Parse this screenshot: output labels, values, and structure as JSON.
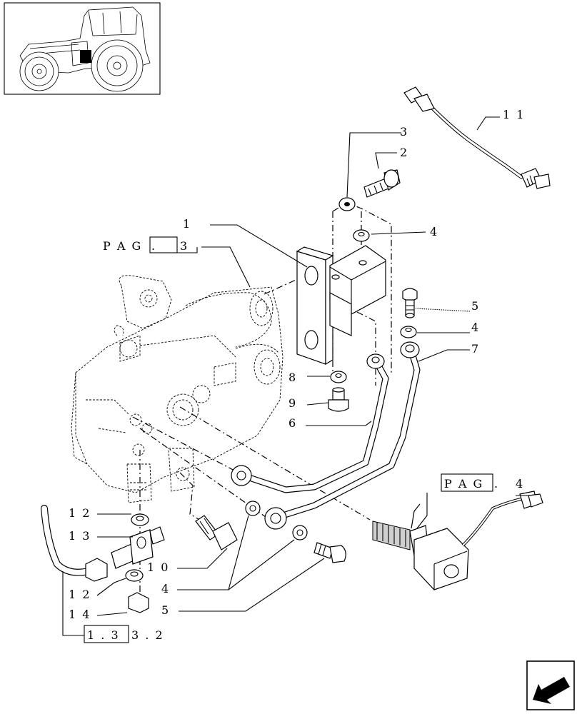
{
  "callouts": [
    {
      "key": "p1",
      "text": "1"
    },
    {
      "key": "p2",
      "text": "2"
    },
    {
      "key": "p3",
      "text": "3"
    },
    {
      "key": "p4a",
      "text": "4"
    },
    {
      "key": "p4b",
      "text": "4"
    },
    {
      "key": "p4c",
      "text": "4"
    },
    {
      "key": "p5a",
      "text": "5"
    },
    {
      "key": "p5b",
      "text": "5"
    },
    {
      "key": "p6",
      "text": "6"
    },
    {
      "key": "p7",
      "text": "7"
    },
    {
      "key": "p8",
      "text": "8"
    },
    {
      "key": "p9",
      "text": "9"
    },
    {
      "key": "p10",
      "text": "1 0"
    },
    {
      "key": "p11",
      "text": "1 1"
    },
    {
      "key": "p12a",
      "text": "1 2"
    },
    {
      "key": "p12b",
      "text": "1 2"
    },
    {
      "key": "p13",
      "text": "1 3"
    },
    {
      "key": "p14",
      "text": "1 4"
    }
  ],
  "references": {
    "pag3": {
      "word": "P A G",
      "box": ".",
      "num": "3"
    },
    "pag4": {
      "box": "P A G",
      "after": ".",
      "num": "4"
    },
    "ref1332": {
      "box": "1 . 3",
      "rest": "3 . 2"
    }
  },
  "nav": {
    "icon": "arrow-return-icon"
  }
}
